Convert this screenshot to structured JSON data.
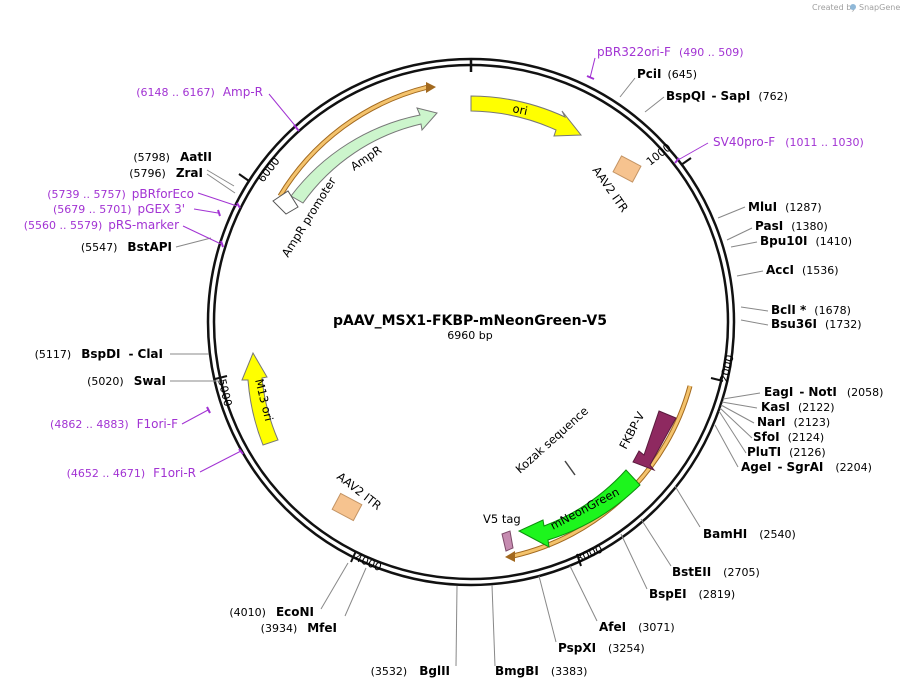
{
  "credit": "Created by",
  "credit_brand": "SnapGene",
  "plasmid": {
    "name": "pAAV_MSX1-FKBP-mNeonGreen-V5",
    "length_label": "6960 bp"
  },
  "ticks": [
    "1000",
    "2000",
    "3000",
    "4000",
    "5000",
    "6000"
  ],
  "enzymes": {
    "pcil": {
      "name": "PciI",
      "pos": "(645)"
    },
    "bspqi": {
      "name": "BspQI",
      "sep": "-",
      "name2": "SapI",
      "pos": "(762)"
    },
    "mlui": {
      "name": "MluI",
      "pos": "(1287)"
    },
    "pasi": {
      "name": "PasI",
      "pos": "(1380)"
    },
    "bpu10i": {
      "name": "Bpu10I",
      "pos": "(1410)"
    },
    "acci": {
      "name": "AccI",
      "pos": "(1536)"
    },
    "bcli": {
      "name": "BclI *",
      "pos": "(1678)"
    },
    "bsu36i": {
      "name": "Bsu36I",
      "pos": "(1732)"
    },
    "eagi": {
      "name": "EagI",
      "sep": "-",
      "name2": "NotI",
      "pos": "(2058)"
    },
    "kasi": {
      "name": "KasI",
      "pos": "(2122)"
    },
    "nari": {
      "name": "NarI",
      "pos": "(2123)"
    },
    "sfoi": {
      "name": "SfoI",
      "pos": "(2124)"
    },
    "pluti": {
      "name": "PluTI",
      "pos": "(2126)"
    },
    "agei": {
      "name": "AgeI",
      "sep": "-",
      "name2": "SgrAI",
      "pos": "(2204)"
    },
    "bamhi": {
      "name": "BamHI",
      "pos": "(2540)"
    },
    "bsteii": {
      "name": "BstEII",
      "pos": "(2705)"
    },
    "bspei": {
      "name": "BspEI",
      "pos": "(2819)"
    },
    "afei": {
      "name": "AfeI",
      "pos": "(3071)"
    },
    "pspxi": {
      "name": "PspXI",
      "pos": "(3254)"
    },
    "bmgbi": {
      "name": "BmgBI",
      "pos": "(3383)"
    },
    "bglii": {
      "name": "BglII",
      "pos": "(3532)"
    },
    "mfei": {
      "name": "MfeI",
      "pos": "(3934)"
    },
    "econi": {
      "name": "EcoNI",
      "pos": "(4010)"
    },
    "swai": {
      "name": "SwaI",
      "pos": "(5020)"
    },
    "bspdi": {
      "name": "BspDI",
      "sep": "-",
      "name2": "ClaI",
      "pos": "(5117)"
    },
    "bstapi": {
      "name": "BstAPI",
      "pos": "(5547)"
    },
    "zrai": {
      "name": "ZraI",
      "pos": "(5796)"
    },
    "aatii": {
      "name": "AatII",
      "pos": "(5798)"
    }
  },
  "primers": {
    "pbr322": {
      "name": "pBR322ori-F",
      "range": "(490 .. 509)"
    },
    "sv40": {
      "name": "SV40pro-F",
      "range": "(1011 .. 1030)"
    },
    "ampr": {
      "name": "Amp-R",
      "range": "(6148 .. 6167)"
    },
    "pbrforeco": {
      "name": "pBRforEco",
      "range": "(5739 .. 5757)"
    },
    "pgex3": {
      "name": "pGEX 3'",
      "range": "(5679 .. 5701)"
    },
    "prsmarker": {
      "name": "pRS-marker",
      "range": "(5560 .. 5579)"
    },
    "f1ori": {
      "name": "F1ori-F",
      "range": "(4862 .. 4883)"
    },
    "f1orir": {
      "name": "F1ori-R",
      "range": "(4652 .. 4671)"
    }
  },
  "features": {
    "ori": "ori",
    "itr1": "AAV2 ITR",
    "itr2": "AAV2 ITR",
    "ampr": "AmpR",
    "ampr_promoter": "AmpR promoter",
    "m13": "M13 ori",
    "fkbp": "FKBP-V",
    "kozak": "Kozak sequence",
    "mneon": "mNeonGreen",
    "v5": "V5 tag"
  },
  "colors": {
    "ori": "#ffff00",
    "m13": "#ffff00",
    "ampr": "#ccf5cc",
    "itr": "#f6c38f",
    "fkbp": "#8e2960",
    "mneon": "#1df51d",
    "v5": "#c58bb0",
    "orange_arc": "#e8a33d",
    "primer": "#a233d3"
  }
}
